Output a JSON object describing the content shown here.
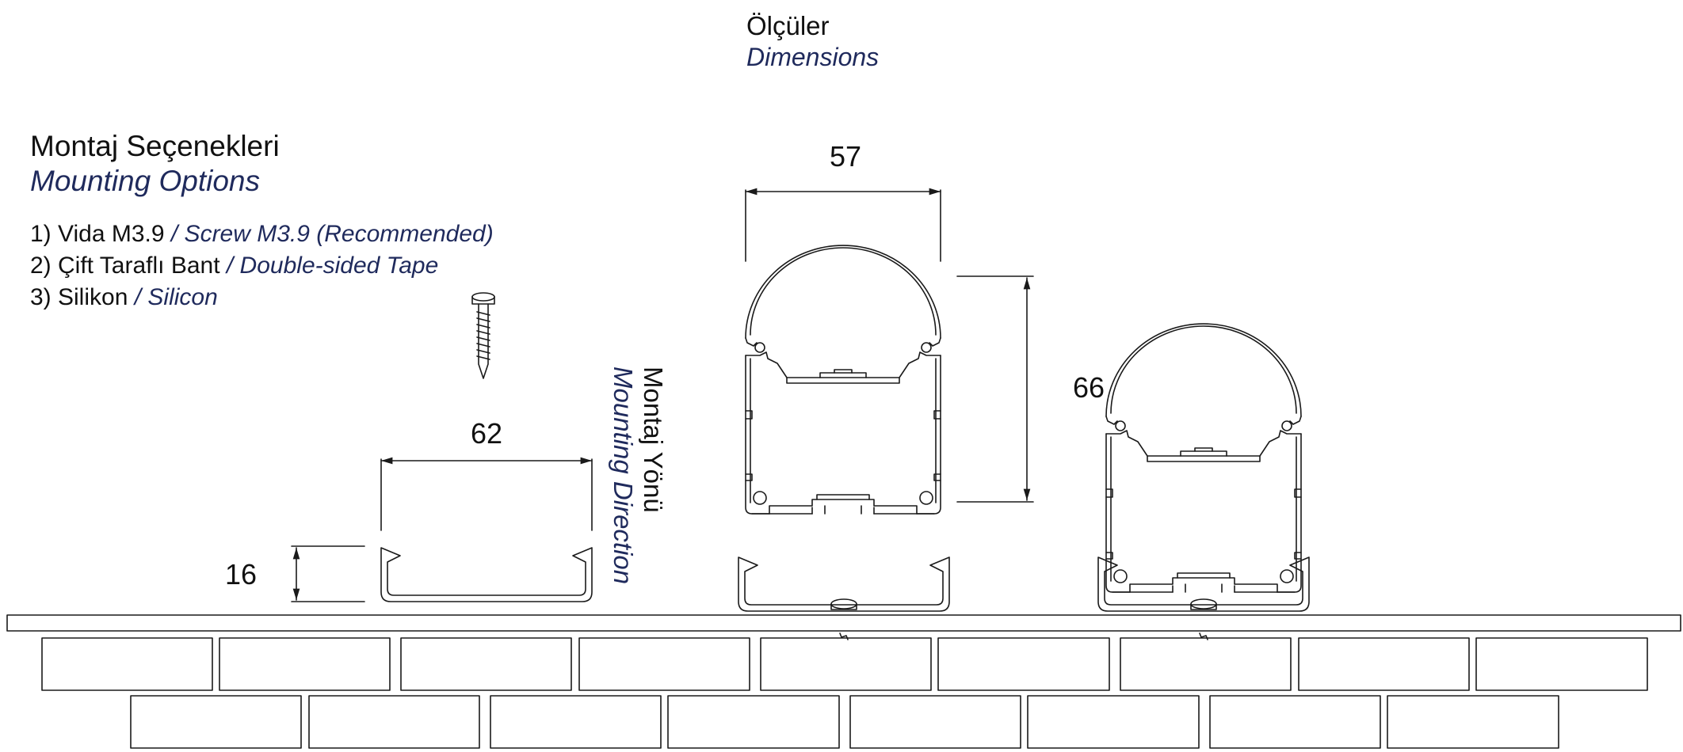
{
  "dimensions_heading": {
    "tr": "Ölçüler",
    "en": "Dimensions"
  },
  "mounting_heading": {
    "tr": "Montaj Seçenekleri",
    "en": "Mounting Options"
  },
  "mounting_options": [
    {
      "tr": "1) Vida M3.9 ",
      "en": "/ Screw M3.9 (Recommended)"
    },
    {
      "tr": "2) Çift Taraflı Bant ",
      "en": "/ Double-sided Tape"
    },
    {
      "tr": "3) Silikon ",
      "en": "/ Silicon"
    }
  ],
  "mounting_direction": {
    "tr": "Montaj Yönü",
    "en": "Mounting Direction"
  },
  "dimension_values": {
    "profile_width": "57",
    "clip_width": "62",
    "profile_height": "66",
    "clip_height": "16"
  },
  "colors": {
    "line": "#1a1a1a",
    "english_text": "#1f2a5c",
    "background": "#ffffff"
  }
}
